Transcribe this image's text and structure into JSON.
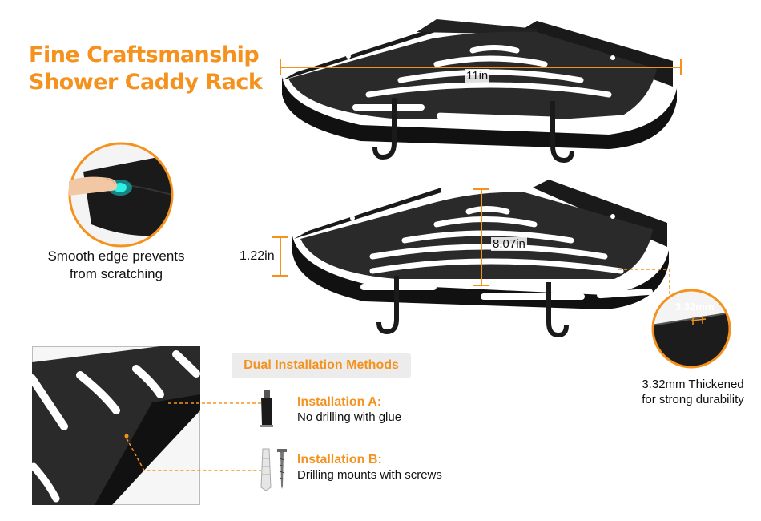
{
  "headline": {
    "line1": "Fine Craftsmanship",
    "line2": "Shower Caddy Rack"
  },
  "dimensions": {
    "width": "11in",
    "depth": "8.07in",
    "height": "1.22in",
    "thickness": "3.32mm"
  },
  "features": {
    "smooth_edge": {
      "line1": "Smooth edge prevents",
      "line2": "from scratching"
    },
    "thickened": {
      "line1": "3.32mm Thickened",
      "line2": "for strong durability"
    }
  },
  "installation": {
    "heading": "Dual Installation Methods",
    "method_a": {
      "title": "Installation A:",
      "description": "No drilling with glue"
    },
    "method_b": {
      "title": "Installation B:",
      "description": "Drilling mounts with screws"
    }
  },
  "colors": {
    "accent": "#f5921e",
    "product": "#1c1c1c",
    "pill_bg": "#ececec"
  },
  "icons": [
    "glue-tube-icon",
    "wall-anchor-screw-icon",
    "fingertip-touch-icon"
  ]
}
